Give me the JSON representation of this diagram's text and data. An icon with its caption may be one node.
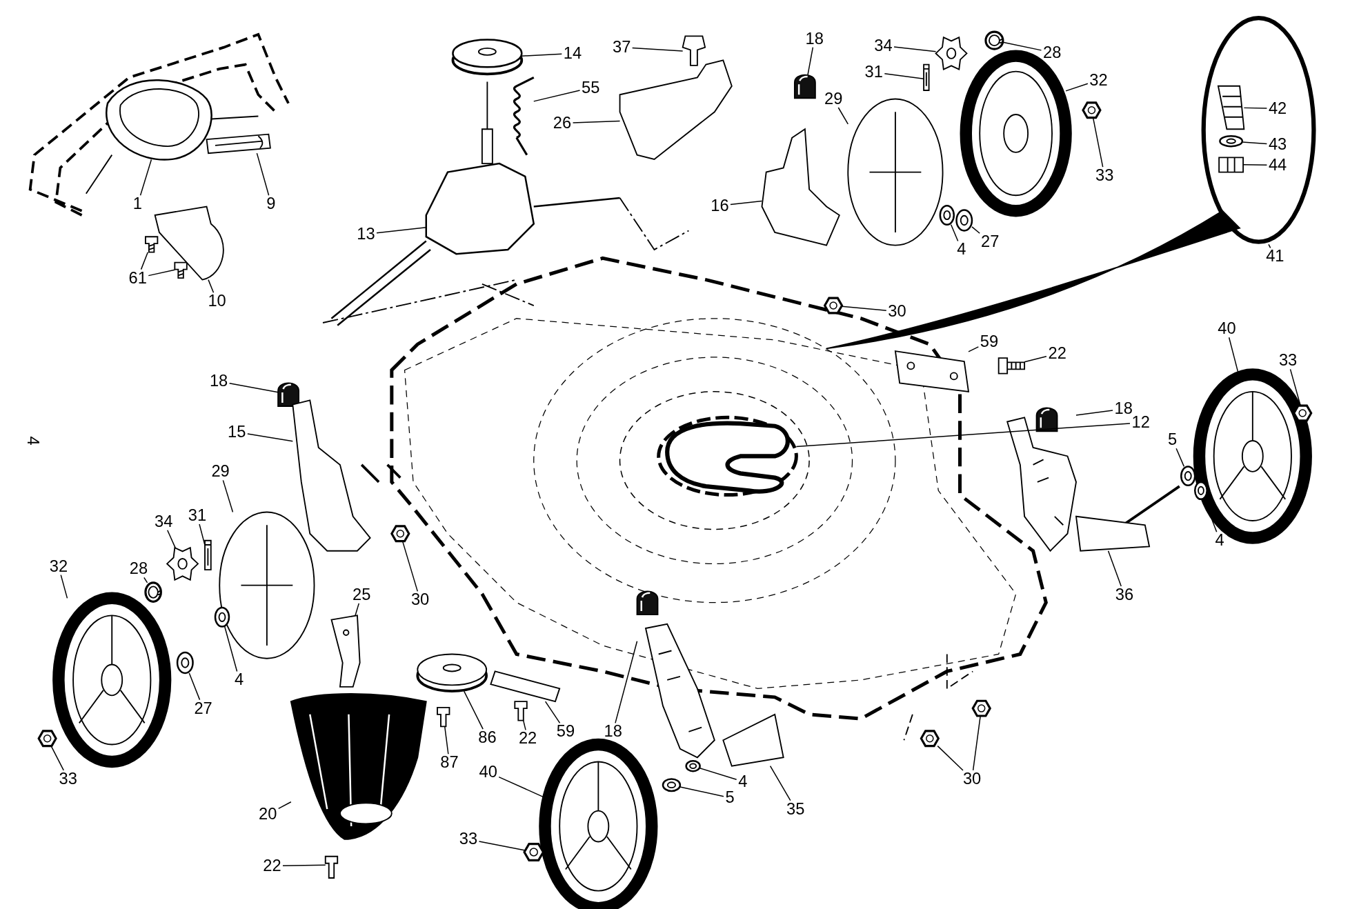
{
  "diagram": {
    "nodes": [
      {
        "text": [],
        "shape": "circle"
      },
      {
        "text": [
          "1"
        ]
      },
      {
        "text": [
          "9"
        ]
      },
      {
        "text": [
          "61"
        ]
      },
      {
        "text": [
          "10"
        ]
      },
      {
        "text": [
          "14"
        ]
      },
      {
        "text": [
          "37"
        ]
      },
      {
        "text": [
          "55"
        ]
      },
      {
        "text": [
          "26"
        ]
      },
      {
        "text": [
          "13"
        ]
      },
      {
        "text": [
          "18"
        ]
      },
      {
        "text": [
          "34"
        ]
      },
      {
        "text": [
          "28"
        ]
      },
      {
        "text": [
          "31"
        ]
      },
      {
        "text": [
          "32"
        ]
      },
      {
        "text": [
          "42"
        ],
        "in": 0
      },
      {
        "text": [
          "29"
        ]
      },
      {
        "text": [
          "33"
        ]
      },
      {
        "text": [
          "43"
        ],
        "in": 0
      },
      {
        "text": [
          "44"
        ],
        "in": 0
      },
      {
        "text": [
          "16"
        ]
      },
      {
        "text": [
          "4"
        ]
      },
      {
        "text": [
          "27"
        ]
      },
      {
        "text": [
          "41"
        ]
      },
      {
        "text": [
          "30"
        ]
      },
      {
        "text": [
          "59"
        ]
      },
      {
        "text": [
          "22"
        ]
      },
      {
        "text": [
          "40"
        ]
      },
      {
        "text": [
          "33"
        ]
      },
      {
        "text": [
          "18"
        ]
      },
      {
        "text": [
          "18"
        ]
      },
      {
        "text": [
          "12"
        ]
      },
      {
        "text": [
          "15"
        ]
      },
      {
        "text": [
          "5"
        ]
      },
      {
        "text": [
          "29"
        ]
      },
      {
        "text": [
          "34"
        ]
      },
      {
        "text": [
          "31"
        ]
      },
      {
        "text": [
          "4"
        ]
      },
      {
        "text": [
          "32"
        ]
      },
      {
        "text": [
          "28"
        ]
      },
      {
        "text": [
          "25"
        ]
      },
      {
        "text": [
          "36"
        ]
      },
      {
        "text": [
          "30"
        ]
      },
      {
        "text": [
          "4"
        ]
      },
      {
        "text": [
          "27"
        ]
      },
      {
        "text": [
          "18"
        ]
      },
      {
        "text": [
          "86"
        ]
      },
      {
        "text": [
          "22"
        ]
      },
      {
        "text": [
          "59"
        ]
      },
      {
        "text": [
          "35"
        ]
      },
      {
        "text": [
          "33"
        ]
      },
      {
        "text": [
          "4"
        ]
      },
      {
        "text": [
          "5"
        ]
      },
      {
        "text": [
          "30"
        ]
      },
      {
        "text": [
          "20"
        ]
      },
      {
        "text": [
          "40"
        ]
      },
      {
        "text": [
          "87"
        ]
      },
      {
        "text": [
          "33"
        ]
      },
      {
        "text": [
          "22"
        ]
      },
      {
        "text": [],
        "shape": "picture"
      },
      {
        "text": [],
        "shape": "picture"
      },
      {
        "text": [],
        "shape": "picture"
      },
      {
        "text": [],
        "shape": "picture"
      },
      {
        "text": [],
        "shape": "picture"
      },
      {
        "text": [],
        "shape": "picture"
      },
      {
        "text": [],
        "shape": "picture"
      },
      {
        "text": [],
        "shape": "picture"
      },
      {
        "text": [],
        "shape": "picture"
      },
      {
        "text": [],
        "shape": "picture"
      },
      {
        "text": [],
        "shape": "picture"
      },
      {
        "text": [],
        "shape": "picture"
      },
      {
        "text": [],
        "shape": "picture"
      },
      {
        "text": [],
        "shape": "picture"
      },
      {
        "text": [],
        "shape": "picture"
      },
      {
        "text": [],
        "shape": "picture",
        "in": 0
      },
      {
        "text": [],
        "shape": "picture"
      },
      {
        "text": [],
        "shape": "picture"
      },
      {
        "text": [],
        "shape": "picture",
        "in": 0
      },
      {
        "text": [],
        "shape": "picture",
        "in": 0
      },
      {
        "text": [],
        "shape": "picture"
      },
      {
        "text": [],
        "shape": "picture"
      },
      {
        "text": [],
        "shape": "picture"
      },
      {
        "text": [],
        "shape": "picture"
      },
      {
        "text": [],
        "shape": "picture"
      },
      {
        "text": [],
        "shape": "picture"
      },
      {
        "text": [],
        "shape": "picture"
      },
      {
        "text": [],
        "shape": "picture"
      },
      {
        "text": [],
        "shape": "picture"
      },
      {
        "text": [],
        "shape": "picture"
      },
      {
        "text": [],
        "shape": "picture"
      },
      {
        "text": [],
        "shape": "picture"
      },
      {
        "text": [],
        "shape": "picture"
      },
      {
        "text": [],
        "shape": "picture"
      },
      {
        "text": [],
        "shape": "picture"
      },
      {
        "text": [],
        "shape": "picture"
      },
      {
        "text": [],
        "shape": "picture"
      },
      {
        "text": [],
        "shape": "picture"
      },
      {
        "text": [],
        "shape": "picture"
      },
      {
        "text": [],
        "shape": "picture"
      },
      {
        "text": [],
        "shape": "picture"
      },
      {
        "text": [],
        "shape": "picture"
      },
      {
        "text": [],
        "shape": "picture"
      },
      {
        "text": [],
        "shape": "picture"
      },
      {
        "text": [],
        "shape": "picture"
      },
      {
        "text": [],
        "shape": "picture"
      },
      {
        "text": [],
        "shape": "picture"
      },
      {
        "text": [],
        "shape": "picture"
      },
      {
        "text": [],
        "shape": "picture"
      },
      {
        "text": [],
        "shape": "picture"
      },
      {
        "text": [],
        "shape": "picture"
      },
      {
        "text": [],
        "shape": "picture"
      },
      {
        "text": [],
        "shape": "picture"
      },
      {
        "text": [],
        "shape": "picture"
      },
      {
        "text": [],
        "shape": "picture"
      },
      {
        "text": [],
        "shape": "picture"
      },
      {
        "text": [],
        "shape": "picture"
      },
      {
        "text": [],
        "shape": "picture"
      },
      {
        "text": [],
        "shape": "picture"
      }
    ],
    "edges": [
      {
        "from": 1,
        "to": 59,
        "arrow": "none"
      },
      {
        "from": 2,
        "to": 60,
        "arrow": "none"
      },
      {
        "from": 3,
        "to": 61,
        "arrow": "none"
      },
      {
        "from": 3,
        "to": 62,
        "arrow": "none"
      },
      {
        "from": 4,
        "to": 63,
        "arrow": "none"
      },
      {
        "from": 5,
        "to": 64,
        "arrow": "none"
      },
      {
        "from": 6,
        "to": 65,
        "arrow": "none"
      },
      {
        "from": 7,
        "to": 66,
        "arrow": "none"
      },
      {
        "from": 8,
        "to": 67,
        "arrow": "none"
      },
      {
        "from": 9,
        "to": 68,
        "arrow": "none"
      },
      {
        "from": 10,
        "to": 69,
        "arrow": "none"
      },
      {
        "from": 11,
        "to": 70,
        "arrow": "none"
      },
      {
        "from": 12,
        "to": 71,
        "arrow": "none"
      },
      {
        "from": 13,
        "to": 72,
        "arrow": "none"
      },
      {
        "from": 14,
        "to": 73,
        "arrow": "none"
      },
      {
        "from": 15,
        "to": 74,
        "arrow": "none"
      },
      {
        "from": 16,
        "to": 75,
        "arrow": "none"
      },
      {
        "from": 17,
        "to": 76,
        "arrow": "none"
      },
      {
        "from": 18,
        "to": 77,
        "arrow": "none"
      },
      {
        "from": 19,
        "to": 78,
        "arrow": "none"
      },
      {
        "from": 20,
        "to": 79,
        "arrow": "none"
      },
      {
        "from": 21,
        "to": 80,
        "arrow": "none"
      },
      {
        "from": 22,
        "to": 81,
        "arrow": "none"
      },
      {
        "from": 23,
        "to": 0,
        "arrow": "none"
      },
      {
        "from": 24,
        "to": 82,
        "arrow": "none"
      },
      {
        "from": 25,
        "to": 83,
        "arrow": "none"
      },
      {
        "from": 26,
        "to": 84,
        "arrow": "none"
      },
      {
        "from": 27,
        "to": 85,
        "arrow": "none"
      },
      {
        "from": 28,
        "to": 86,
        "arrow": "none"
      },
      {
        "from": 29,
        "to": 87,
        "arrow": "none"
      },
      {
        "from": 30,
        "to": 88,
        "arrow": "none"
      },
      {
        "from": 31,
        "to": 89,
        "arrow": "none"
      },
      {
        "from": 32,
        "to": 90,
        "arrow": "none"
      },
      {
        "from": 33,
        "to": 91,
        "arrow": "none"
      },
      {
        "from": 34,
        "to": 92,
        "arrow": "none"
      },
      {
        "from": 35,
        "to": 93,
        "arrow": "none"
      },
      {
        "from": 36,
        "to": 94,
        "arrow": "none"
      },
      {
        "from": 37,
        "to": 95,
        "arrow": "none"
      },
      {
        "from": 38,
        "to": 96,
        "arrow": "none"
      },
      {
        "from": 39,
        "to": 97,
        "arrow": "none"
      },
      {
        "from": 40,
        "to": 98,
        "arrow": "none"
      },
      {
        "from": 41,
        "to": 99,
        "arrow": "none"
      },
      {
        "from": 42,
        "to": 100,
        "arrow": "none"
      },
      {
        "from": 43,
        "to": 101,
        "arrow": "none"
      },
      {
        "from": 44,
        "to": 102,
        "arrow": "none"
      },
      {
        "from": 45,
        "to": 103,
        "arrow": "none"
      },
      {
        "from": 46,
        "to": 104,
        "arrow": "none"
      },
      {
        "from": 47,
        "to": 105,
        "arrow": "none"
      },
      {
        "from": 48,
        "to": 106,
        "arrow": "none"
      },
      {
        "from": 49,
        "to": 107,
        "arrow": "none"
      },
      {
        "from": 50,
        "to": 108,
        "arrow": "none"
      },
      {
        "from": 51,
        "to": 109,
        "arrow": "none"
      },
      {
        "from": 52,
        "to": 110,
        "arrow": "none"
      },
      {
        "from": 53,
        "to": 111,
        "arrow": "none"
      },
      {
        "from": 53,
        "to": 112,
        "arrow": "none"
      },
      {
        "from": 54,
        "to": 113,
        "arrow": "none"
      },
      {
        "from": 55,
        "to": 114,
        "arrow": "none"
      },
      {
        "from": 56,
        "to": 115,
        "arrow": "none"
      },
      {
        "from": 57,
        "to": 116,
        "arrow": "none"
      },
      {
        "from": 58,
        "to": 117,
        "arrow": "none"
      }
    ],
    "labels": [
      "4"
    ]
  }
}
